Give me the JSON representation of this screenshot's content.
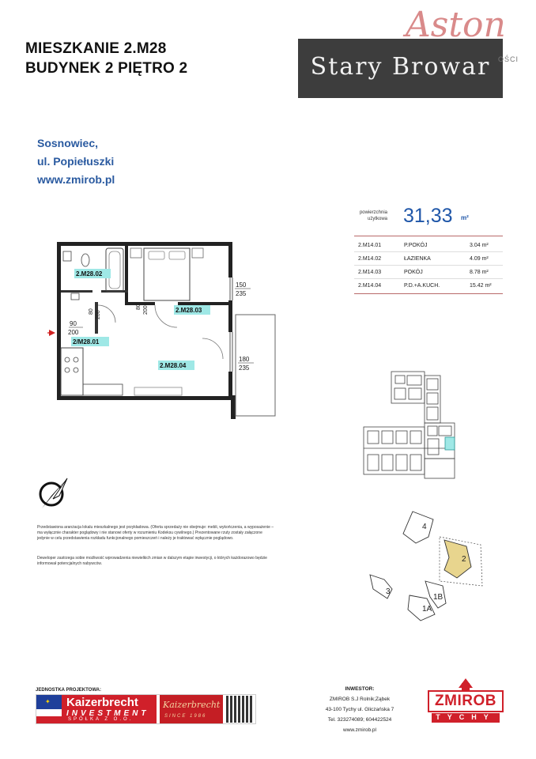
{
  "header": {
    "line1": "MIESZKANIE 2.M28",
    "line2": "BUDYNEK 2  PIĘTRO 2"
  },
  "logo": {
    "stary_browar": "Stary Browar",
    "aston": "Aston",
    "aston_sub": "OŚCI"
  },
  "address": {
    "city": "Sosnowiec,",
    "street": "ul. Popiełuszki",
    "web": "www.zmirob.pl"
  },
  "area": {
    "label": "powierzchnia użytkowa",
    "value": "31,33",
    "unit": "m²"
  },
  "rooms": [
    {
      "code": "2.M14.01",
      "name": "P.POKÓJ",
      "value": "3.04 m²"
    },
    {
      "code": "2.M14.02",
      "name": "ŁAZIENKA",
      "value": "4.09 m²"
    },
    {
      "code": "2.M14.03",
      "name": "POKÓJ",
      "value": "8.78 m²"
    },
    {
      "code": "2.M14.04",
      "name": "P.D.+A.KUCH.",
      "value": "15.42 m²"
    }
  ],
  "plan": {
    "label_bath": "2.M28.02",
    "label_room": "2.M28.03",
    "label_entry": "2/M28.01",
    "label_living": "2.M28.04",
    "dim_window_top_a": "150",
    "dim_window_top_b": "235",
    "dim_window_bot_a": "180",
    "dim_window_bot_b": "235",
    "dim_door_a": "90",
    "dim_door_b": "200",
    "dim_bath_door_a": "80",
    "dim_bath_door_b": "200",
    "dim_room_door_a": "80",
    "dim_room_door_b": "200"
  },
  "site": {
    "b4": "4",
    "b2": "2",
    "b3": "3",
    "b1b": "1B",
    "b1a": "1A"
  },
  "disclaimer": {
    "p1": "Przedstawiona aranżacja lokalu mieszkalnego jest przykładowa. (Oferta sprzedaży nie obejmuje: mebli, wykończenia, a wyposażenie – ma wyłącznie charakter poglądowy i nie stanowi oferty w rozumieniu Kodeksu cywilnego.) Prezentowane rzuty zostały załączone jedynie w celu przedstawienia rozkładu funkcjonalnego pomieszczeń i należy je traktować wyłącznie poglądowo.",
    "p2": "Deweloper zastrzega sobie możliwość wprowadzenia niewielkich zmian w dalszym etapie inwestycji, o których każdorazowo będzie informował potencjalnych nabywców."
  },
  "footer": {
    "left_title": "JEDNOSTKA PROJEKTOWA:",
    "kaizer1": "Kaizerbrecht",
    "kaizer2": "INVESTMENT",
    "kaizer3": "SPÓŁKA Z O.O.",
    "kaizer_script": "Kaizerbrecht",
    "kaizer_since": "SINCE 1986",
    "inv_title": "INWESTOR:",
    "inv_1": "ZMIROB S.J Rolnik;Ząbek",
    "inv_2": "43-100 Tychy ul. Gliczańska 7",
    "inv_3": "Tel. 323274089; 604422524",
    "inv_4": "www.zmirob.pl",
    "zmirob": "ZMIROB",
    "tychy": "TYCHY"
  },
  "colors": {
    "accent_blue": "#2a5aa0",
    "highlight_cyan": "#9fe8e6",
    "building_gold": "#e8d58e",
    "rule_red": "#b86a6a",
    "brand_red": "#d0202a"
  }
}
